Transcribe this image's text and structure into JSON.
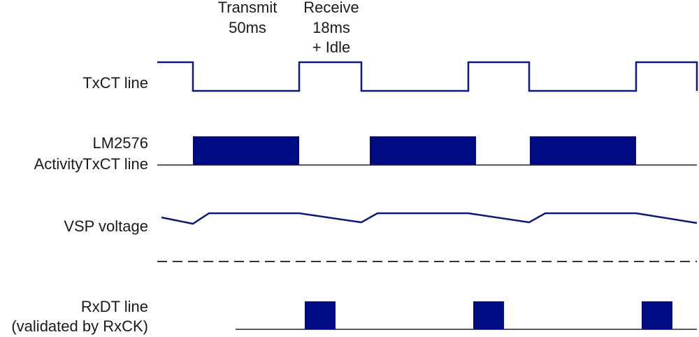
{
  "colors": {
    "signal": "#0b1a7a",
    "block": "#000a82",
    "baseline": "#222222",
    "text": "#1a1a1a"
  },
  "annotations": {
    "transmit": [
      "Transmit",
      "50ms"
    ],
    "receive": [
      "Receive",
      "18ms",
      "+ Idle"
    ]
  },
  "rows": {
    "txct": {
      "label": [
        "TxCT line"
      ]
    },
    "lm2576": {
      "label": [
        "LM2576",
        "ActivityTxCT line"
      ]
    },
    "vsp": {
      "label": [
        "VSP voltage"
      ]
    },
    "rxdt": {
      "label": [
        "RxDT line",
        "(validated by RxCK)"
      ]
    }
  }
}
